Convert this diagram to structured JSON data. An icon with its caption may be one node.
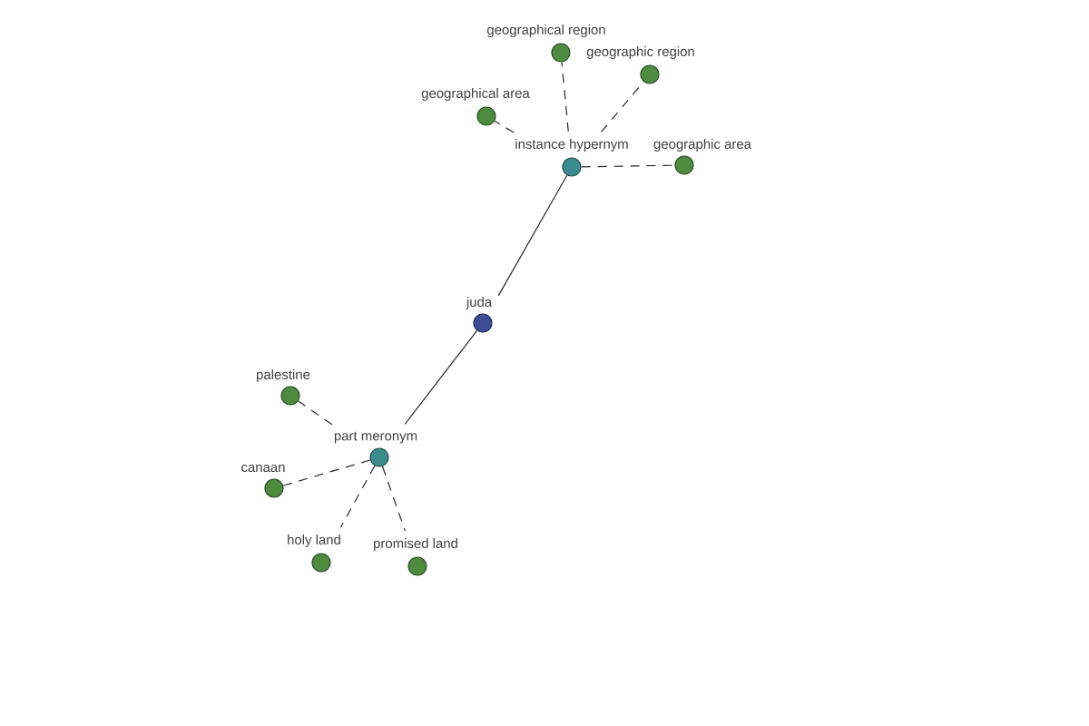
{
  "diagram": {
    "nodes": [
      {
        "text": [
          "geographical region"
        ]
      },
      {
        "text": [
          "geographic region"
        ]
      },
      {
        "text": [
          "geographical area"
        ]
      },
      {
        "text": [
          "instance hypernym"
        ]
      },
      {
        "text": [
          "geographic area"
        ]
      },
      {
        "text": [
          "juda"
        ]
      },
      {
        "text": [
          "palestine"
        ]
      },
      {
        "text": [
          "part meronym"
        ]
      },
      {
        "text": [
          "canaan"
        ]
      },
      {
        "text": [
          "holy land"
        ]
      },
      {
        "text": [
          "promised land"
        ]
      }
    ],
    "edges": [
      {
        "from": 5,
        "to": 3,
        "arrow": "none"
      },
      {
        "from": 5,
        "to": 7,
        "arrow": "none"
      },
      {
        "from": 3,
        "to": 0,
        "arrow": "none",
        "style": "dashed"
      },
      {
        "from": 3,
        "to": 1,
        "arrow": "none",
        "style": "dashed"
      },
      {
        "from": 3,
        "to": 2,
        "arrow": "none",
        "style": "dashed"
      },
      {
        "from": 3,
        "to": 4,
        "arrow": "none",
        "style": "dashed"
      },
      {
        "from": 7,
        "to": 6,
        "arrow": "none",
        "style": "dashed"
      },
      {
        "from": 7,
        "to": 8,
        "arrow": "none",
        "style": "dashed"
      },
      {
        "from": 7,
        "to": 9,
        "arrow": "none",
        "style": "dashed"
      },
      {
        "from": 7,
        "to": 10,
        "arrow": "none",
        "style": "dashed"
      }
    ]
  }
}
